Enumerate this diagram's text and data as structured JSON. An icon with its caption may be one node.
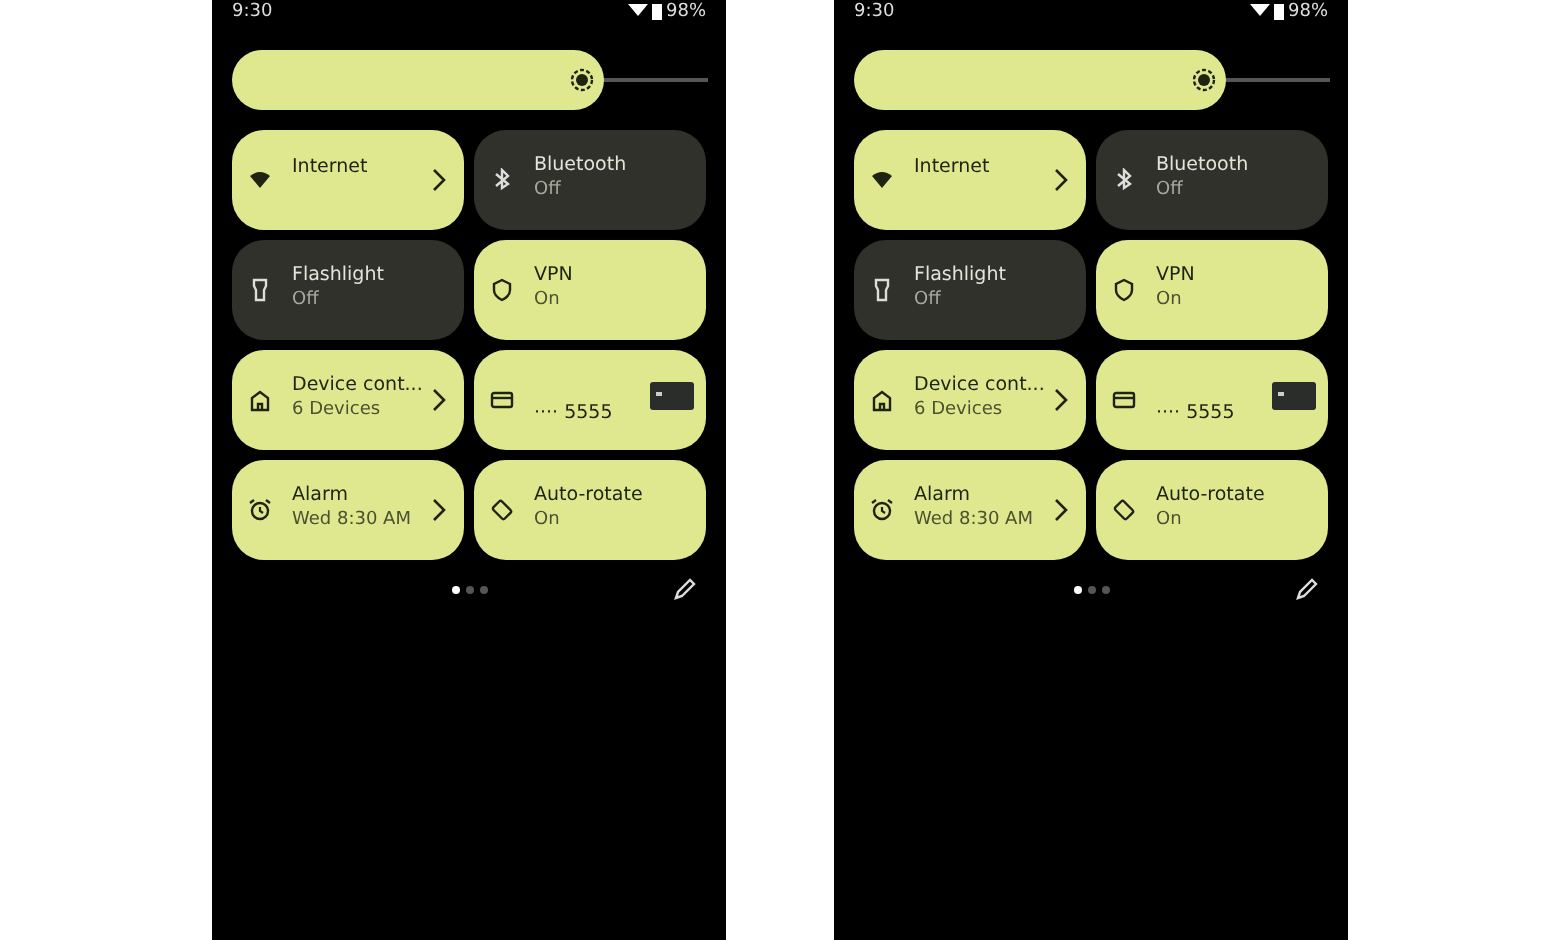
{
  "diagram": {
    "nodes": [
      {
        "text": [],
        "shape": "box"
      },
      {
        "text": [],
        "shape": "bar",
        "in": 0
      },
      {
        "text": [
          "Internet"
        ],
        "in": 0
      },
      {
        "text": [
          "Bluetooth",
          "Off"
        ],
        "in": 0
      },
      {
        "text": [
          "Flashlight",
          "Off"
        ],
        "in": 0
      },
      {
        "text": [
          "VPN",
          "On"
        ],
        "in": 0
      },
      {
        "text": [
          "Device cont...",
          "6 Devices"
        ],
        "in": 0
      },
      {
        "text": [
          "···· 5555"
        ],
        "in": 0
      },
      {
        "text": [
          "Alarm",
          "Wed 8:30 AM"
        ],
        "in": 0
      },
      {
        "text": [
          "Auto-rotate",
          "On"
        ],
        "in": 0
      },
      {
        "text": [],
        "shape": "box"
      },
      {
        "text": [],
        "shape": "bar",
        "in": 10
      },
      {
        "text": [
          "Internet"
        ],
        "in": 10
      },
      {
        "text": [
          "Bluetooth",
          "Off"
        ],
        "in": 10
      },
      {
        "text": [
          "Flashlight",
          "Off"
        ],
        "in": 10
      },
      {
        "text": [
          "VPN",
          "On"
        ],
        "in": 10
      },
      {
        "text": [
          "Device cont...",
          "6 Devices"
        ],
        "in": 10
      },
      {
        "text": [
          "···· 5555"
        ],
        "in": 10
      },
      {
        "text": [
          "Alarm",
          "Wed 8:30 AM"
        ],
        "in": 10
      },
      {
        "text": [
          "Auto-rotate",
          "On"
        ],
        "in": 10
      }
    ],
    "labels": [
      "9:30",
      "98%",
      "9:30",
      "98%"
    ]
  }
}
